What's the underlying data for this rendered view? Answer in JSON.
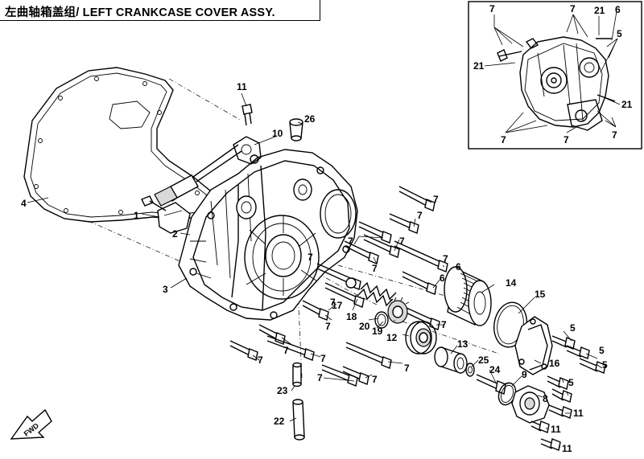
{
  "title": "左曲轴箱盖组/ LEFT CRANKCASE COVER  ASSY.",
  "fwd_label": "FWD",
  "callouts": [
    {
      "id": "c4",
      "text": "4"
    },
    {
      "id": "c11a",
      "text": "11"
    },
    {
      "id": "c10",
      "text": "10"
    },
    {
      "id": "c26",
      "text": "26"
    },
    {
      "id": "c1",
      "text": "1"
    },
    {
      "id": "c2",
      "text": "2"
    },
    {
      "id": "c3",
      "text": "3"
    },
    {
      "id": "c7a",
      "text": "7"
    },
    {
      "id": "c7b",
      "text": "7"
    },
    {
      "id": "c7c",
      "text": "7"
    },
    {
      "id": "c7d",
      "text": "7"
    },
    {
      "id": "c7e",
      "text": "7"
    },
    {
      "id": "c7f",
      "text": "7"
    },
    {
      "id": "c7g",
      "text": "7"
    },
    {
      "id": "c7h",
      "text": "7"
    },
    {
      "id": "c7i",
      "text": "7"
    },
    {
      "id": "c7j",
      "text": "7"
    },
    {
      "id": "c7k",
      "text": "7"
    },
    {
      "id": "c7l",
      "text": "7"
    },
    {
      "id": "c7m",
      "text": "7"
    },
    {
      "id": "c7n",
      "text": "7"
    },
    {
      "id": "c7o",
      "text": "7"
    },
    {
      "id": "c7p",
      "text": "7"
    },
    {
      "id": "c6a",
      "text": "6"
    },
    {
      "id": "c6b",
      "text": "6"
    },
    {
      "id": "c14",
      "text": "14"
    },
    {
      "id": "c15",
      "text": "15"
    },
    {
      "id": "c17",
      "text": "17"
    },
    {
      "id": "c18",
      "text": "18"
    },
    {
      "id": "c20",
      "text": "20"
    },
    {
      "id": "c19",
      "text": "19"
    },
    {
      "id": "c12",
      "text": "12"
    },
    {
      "id": "c13",
      "text": "13"
    },
    {
      "id": "c25",
      "text": "25"
    },
    {
      "id": "c24",
      "text": "24"
    },
    {
      "id": "c16",
      "text": "16"
    },
    {
      "id": "c5a",
      "text": "5"
    },
    {
      "id": "c5b",
      "text": "5"
    },
    {
      "id": "c5c",
      "text": "5"
    },
    {
      "id": "c5d",
      "text": "5"
    },
    {
      "id": "c9",
      "text": "9"
    },
    {
      "id": "c8",
      "text": "8"
    },
    {
      "id": "c11b",
      "text": "11"
    },
    {
      "id": "c11c",
      "text": "11"
    },
    {
      "id": "c11d",
      "text": "11"
    },
    {
      "id": "c23",
      "text": "23"
    },
    {
      "id": "c22",
      "text": "22"
    }
  ],
  "inset_callouts": [
    {
      "id": "i7a",
      "text": "7"
    },
    {
      "id": "i7b",
      "text": "7"
    },
    {
      "id": "i21a",
      "text": "21"
    },
    {
      "id": "i6",
      "text": "6"
    },
    {
      "id": "i5",
      "text": "5"
    },
    {
      "id": "i21b",
      "text": "21"
    },
    {
      "id": "i21c",
      "text": "21"
    },
    {
      "id": "i7c",
      "text": "7"
    },
    {
      "id": "i7d",
      "text": "7"
    },
    {
      "id": "i7e",
      "text": "7"
    }
  ]
}
